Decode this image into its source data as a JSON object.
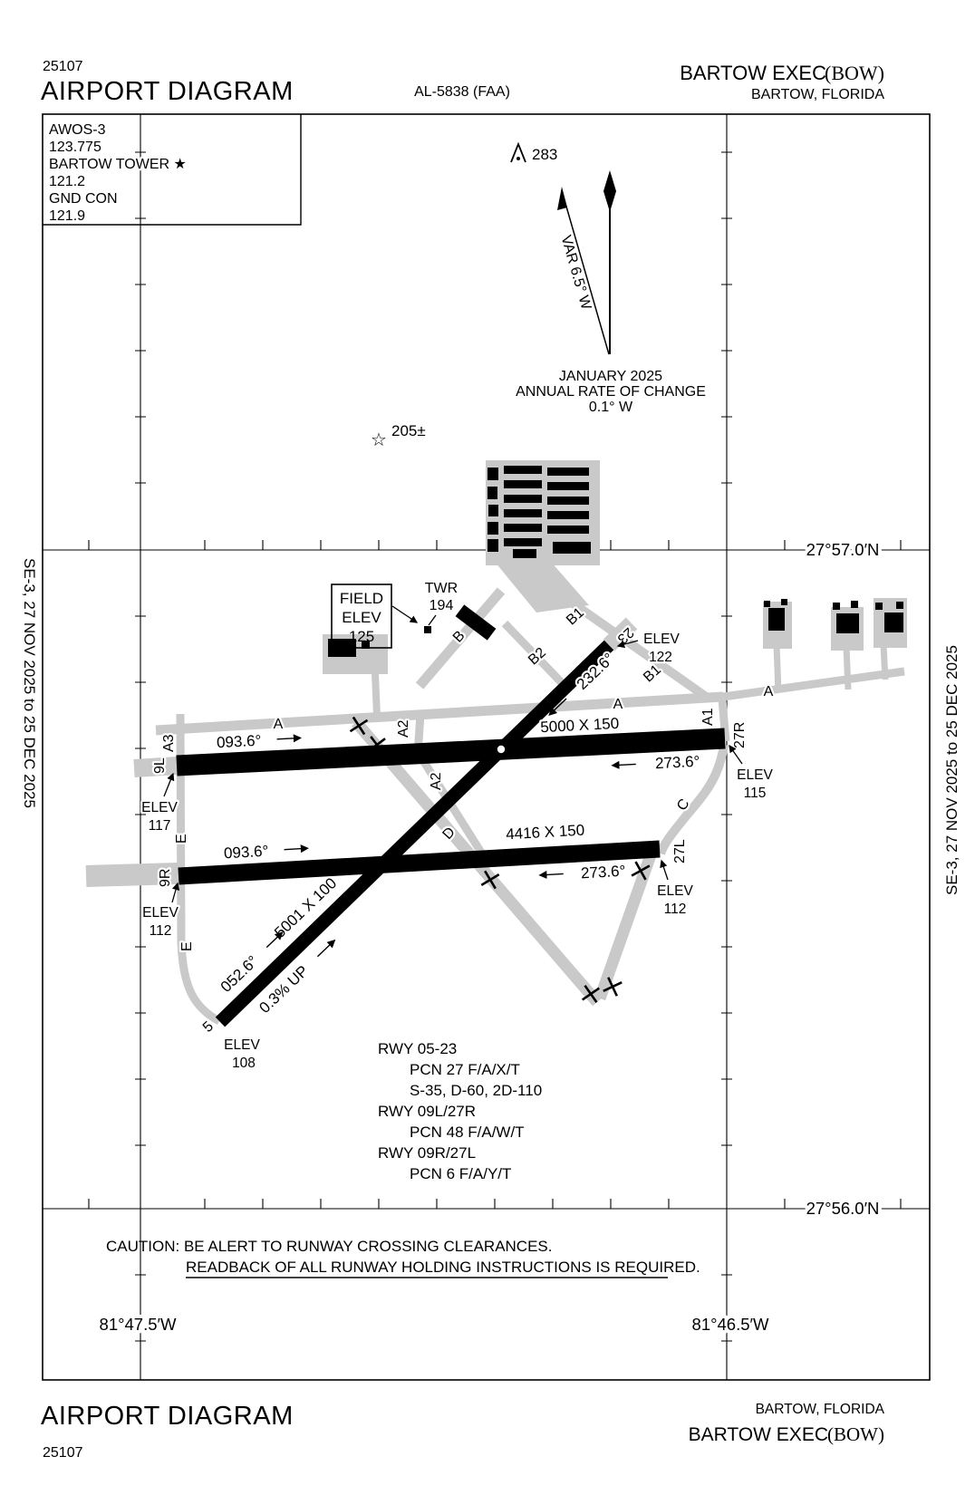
{
  "header": {
    "chart_number": "25107",
    "title": "AIRPORT DIAGRAM",
    "chart_ref": "AL-5838 (FAA)",
    "airport_name": "BARTOW EXEC",
    "airport_code": "(BOW)",
    "city": "BARTOW, FLORIDA"
  },
  "comm": {
    "awos_label": "AWOS-3",
    "awos_freq": "123.775",
    "tower_label": "BARTOW TOWER ★",
    "tower_freq": "121.2",
    "gnd_label": "GND CON",
    "gnd_freq": "121.9"
  },
  "north": {
    "variation": "VAR 6.5° W",
    "change_line1": "JANUARY 2025",
    "change_line2": "ANNUAL RATE OF CHANGE",
    "change_line3": "0.1° W"
  },
  "obstacles": {
    "tower_msl": "283",
    "star_msl": "205±",
    "star_glyph": "☆"
  },
  "field": {
    "box_line1": "FIELD",
    "box_line2": "ELEV",
    "box_line3": "125",
    "twr_label": "TWR",
    "twr_elev": "194"
  },
  "grid": {
    "lat_top": "27°57.0′N",
    "lat_bottom": "27°56.0′N",
    "lon_left": "81°47.5′W",
    "lon_right": "81°46.5′W"
  },
  "runways": {
    "elev_label": "ELEV",
    "rwy05_23": {
      "num_low": "5",
      "num_high": "23",
      "dim": "5001 X 100",
      "hdg_low": "052.6°",
      "hdg_high": "232.6°",
      "slope": "0.3% UP",
      "elev_low": "108",
      "elev_high": "122"
    },
    "rwy09l_27r": {
      "num_low": "9L",
      "num_high": "27R",
      "dim": "5000 X 150",
      "hdg_low": "093.6°",
      "hdg_high": "273.6°",
      "elev_low": "117",
      "elev_high": "115"
    },
    "rwy09r_27l": {
      "num_low": "9R",
      "num_high": "27L",
      "dim": "4416 X 150",
      "hdg_low": "093.6°",
      "hdg_high": "273.6°",
      "elev_low": "112",
      "elev_high": "112"
    }
  },
  "taxiways": {
    "a": "A",
    "a1": "A1",
    "a2": "A2",
    "a3": "A3",
    "b": "B",
    "b1": "B1",
    "b2": "B2",
    "c": "C",
    "d": "D",
    "e": "E"
  },
  "data_block": [
    "RWY 05-23",
    "PCN 27 F/A/X/T",
    "S-35, D-60, 2D-110",
    "RWY 09L/27R",
    "PCN 48 F/A/W/T",
    "RWY 09R/27L",
    "PCN 6 F/A/Y/T"
  ],
  "caution": {
    "line1": "CAUTION: BE ALERT TO RUNWAY CROSSING CLEARANCES.",
    "line2": "READBACK OF ALL RUNWAY HOLDING INSTRUCTIONS IS REQUIRED."
  },
  "margin_note": "SE-3,  27 NOV 2025  to  25 DEC 2025",
  "footer": {
    "title": "AIRPORT DIAGRAM",
    "chart_number": "25107",
    "city": "BARTOW, FLORIDA",
    "airport_name": "BARTOW EXEC",
    "airport_code": "(BOW)"
  }
}
